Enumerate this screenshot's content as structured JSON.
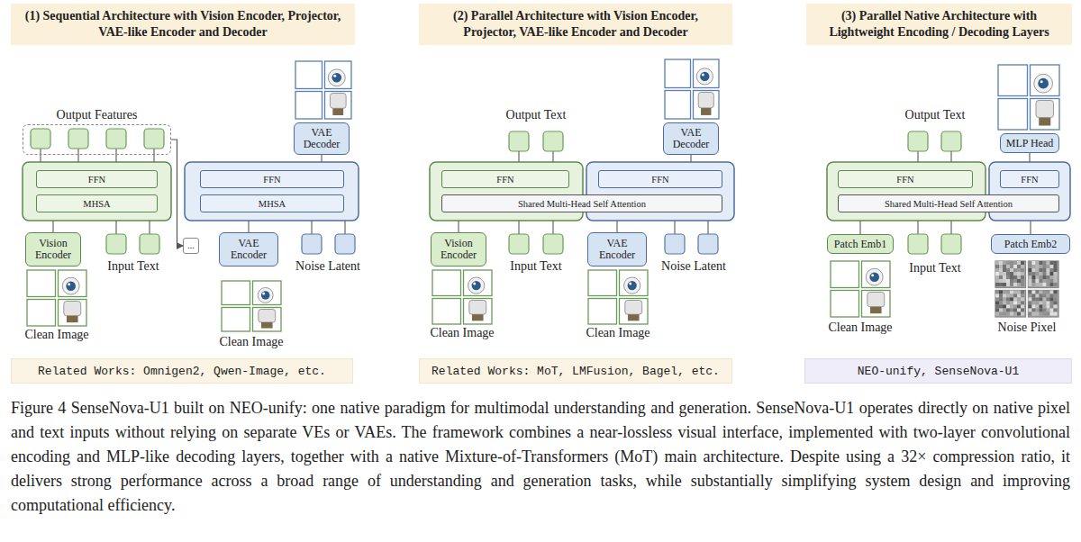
{
  "diagram": {
    "caption": "Figure 4 SenseNova-U1 built on NEO-unify: one native paradigm for multimodal understanding and generation. SenseNova-U1 operates directly on native pixel and text inputs without relying on separate VEs or VAEs. The framework combines a near-lossless visual interface, implemented with two-layer convolutional encoding and MLP-like decoding layers, together with a native Mixture-of-Transformers (MoT) main architecture. Despite using a 32× compression ratio, it delivers strong performance across a broad range of understanding and generation tasks, while substantially simplifying system design and improving computational efficiency.",
    "nodes": [
      {
        "text": [
          "(1) Sequential Architecture with Vision Encoder, Projector, VAE-like Encoder and Decoder"
        ]
      },
      {
        "text": [
          "Output Features"
        ]
      },
      {
        "text": [
          "FFN"
        ]
      },
      {
        "text": [
          "MHSA"
        ]
      },
      {
        "text": [
          "Vision Encoder"
        ]
      },
      {
        "text": [
          "..."
        ]
      },
      {
        "text": [
          "VAE Decoder"
        ]
      },
      {
        "text": [
          "FFN"
        ]
      },
      {
        "text": [
          "MHSA"
        ]
      },
      {
        "text": [
          "VAE Encoder"
        ]
      },
      {
        "text": [
          "Related Works: Omnigen2, Qwen-Image, etc."
        ]
      },
      {
        "text": [
          "(2) Parallel Architecture with Vision Encoder, Projector, VAE-like Encoder and Decoder"
        ]
      },
      {
        "text": [
          "VAE Decoder"
        ]
      },
      {
        "text": [
          "FFN"
        ]
      },
      {
        "text": [
          "FFN"
        ]
      },
      {
        "text": [
          "Shared Multi-Head Self Attention"
        ]
      },
      {
        "text": [
          "Vision Encoder"
        ]
      },
      {
        "text": [
          "VAE Encoder"
        ]
      },
      {
        "text": [
          "Related Works: MoT, LMFusion, Bagel, etc."
        ]
      },
      {
        "text": [
          "(3) Parallel Native Architecture with Lightweight Encoding / Decoding Layers"
        ]
      },
      {
        "text": [
          "MLP Head"
        ]
      },
      {
        "text": [
          "FFN"
        ]
      },
      {
        "text": [
          "FFN"
        ]
      },
      {
        "text": [
          "Shared Multi-Head Self Attention"
        ]
      },
      {
        "text": [
          "Patch Emb1"
        ]
      },
      {
        "text": [
          "Patch Emb2"
        ]
      },
      {
        "text": [
          "NEO-unify, SenseNova-U1"
        ]
      }
    ],
    "edges": [
      {
        "from": 1,
        "to": 5,
        "arrow": "to"
      }
    ],
    "labels": [
      "Input Text",
      "Clean Image",
      "Noise Latent",
      "Clean Image",
      "Output Text",
      "Input Text",
      "Clean Image",
      "Noise Latent",
      "Clean Image",
      "Output Text",
      "Input Text",
      "Clean Image",
      "Noise Pixel"
    ]
  }
}
